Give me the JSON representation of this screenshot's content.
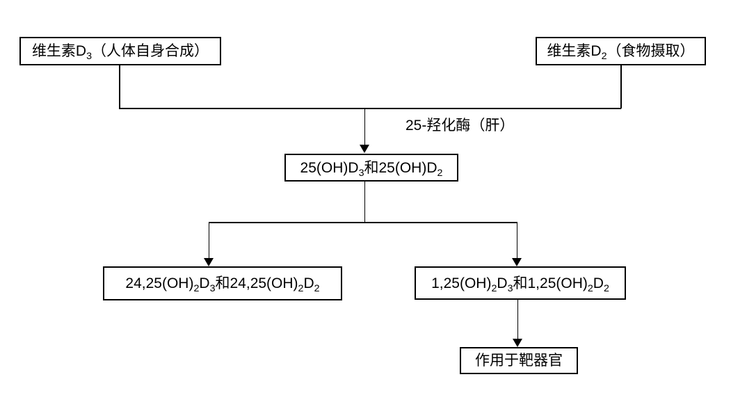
{
  "colors": {
    "background": "#ffffff",
    "line": "#000000",
    "text": "#000000"
  },
  "flowchart": {
    "nodes": [
      {
        "id": "vitamin-d3",
        "text": "维生素D₃（人体自身合成）",
        "segments": [
          {
            "t": "维生素D"
          },
          {
            "t": "3",
            "sub": true
          },
          {
            "t": "（人体自身合成）"
          }
        ]
      },
      {
        "id": "vitamin-d2",
        "text": "维生素D₂（食物摄取）",
        "segments": [
          {
            "t": "维生素D"
          },
          {
            "t": "2",
            "sub": true
          },
          {
            "t": "（食物摄取）"
          }
        ]
      },
      {
        "id": "25-oh-d",
        "text": "25(OH)D₃和25(OH)D₂",
        "segments": [
          {
            "t": "25(OH)D"
          },
          {
            "t": "3",
            "sub": true
          },
          {
            "t": "和25(OH)D"
          },
          {
            "t": "2",
            "sub": true
          }
        ]
      },
      {
        "id": "24-25-oh2-d",
        "text": "24,25(OH)₂D₃和24,25(OH)₂D₂",
        "segments": [
          {
            "t": "24,25(OH)"
          },
          {
            "t": "2",
            "sub": true
          },
          {
            "t": "D"
          },
          {
            "t": "3",
            "sub": true
          },
          {
            "t": "和24,25(OH)"
          },
          {
            "t": "2",
            "sub": true
          },
          {
            "t": "D"
          },
          {
            "t": "2",
            "sub": true
          }
        ]
      },
      {
        "id": "1-25-oh2-d",
        "text": "1,25(OH)₂D₃和1,25(OH)₂D₂",
        "segments": [
          {
            "t": "1,25(OH)"
          },
          {
            "t": "2",
            "sub": true
          },
          {
            "t": "D"
          },
          {
            "t": "3",
            "sub": true
          },
          {
            "t": "和1,25(OH)"
          },
          {
            "t": "2",
            "sub": true
          },
          {
            "t": "D"
          },
          {
            "t": "2",
            "sub": true
          }
        ]
      },
      {
        "id": "target-organ",
        "text": "作用于靶器官",
        "segments": [
          {
            "t": "作用于靶器官"
          }
        ]
      }
    ],
    "edges": [
      {
        "from": "vitamin-d3",
        "to": "25-oh-d",
        "label": "25-羟化酶（肝）"
      },
      {
        "from": "vitamin-d2",
        "to": "25-oh-d",
        "label": "25-羟化酶（肝）"
      },
      {
        "from": "25-oh-d",
        "to": "24-25-oh2-d",
        "label": ""
      },
      {
        "from": "25-oh-d",
        "to": "1-25-oh2-d",
        "label": ""
      },
      {
        "from": "1-25-oh2-d",
        "to": "target-organ",
        "label": ""
      }
    ],
    "edge_label": {
      "text": "25-羟化酶（肝）"
    }
  }
}
